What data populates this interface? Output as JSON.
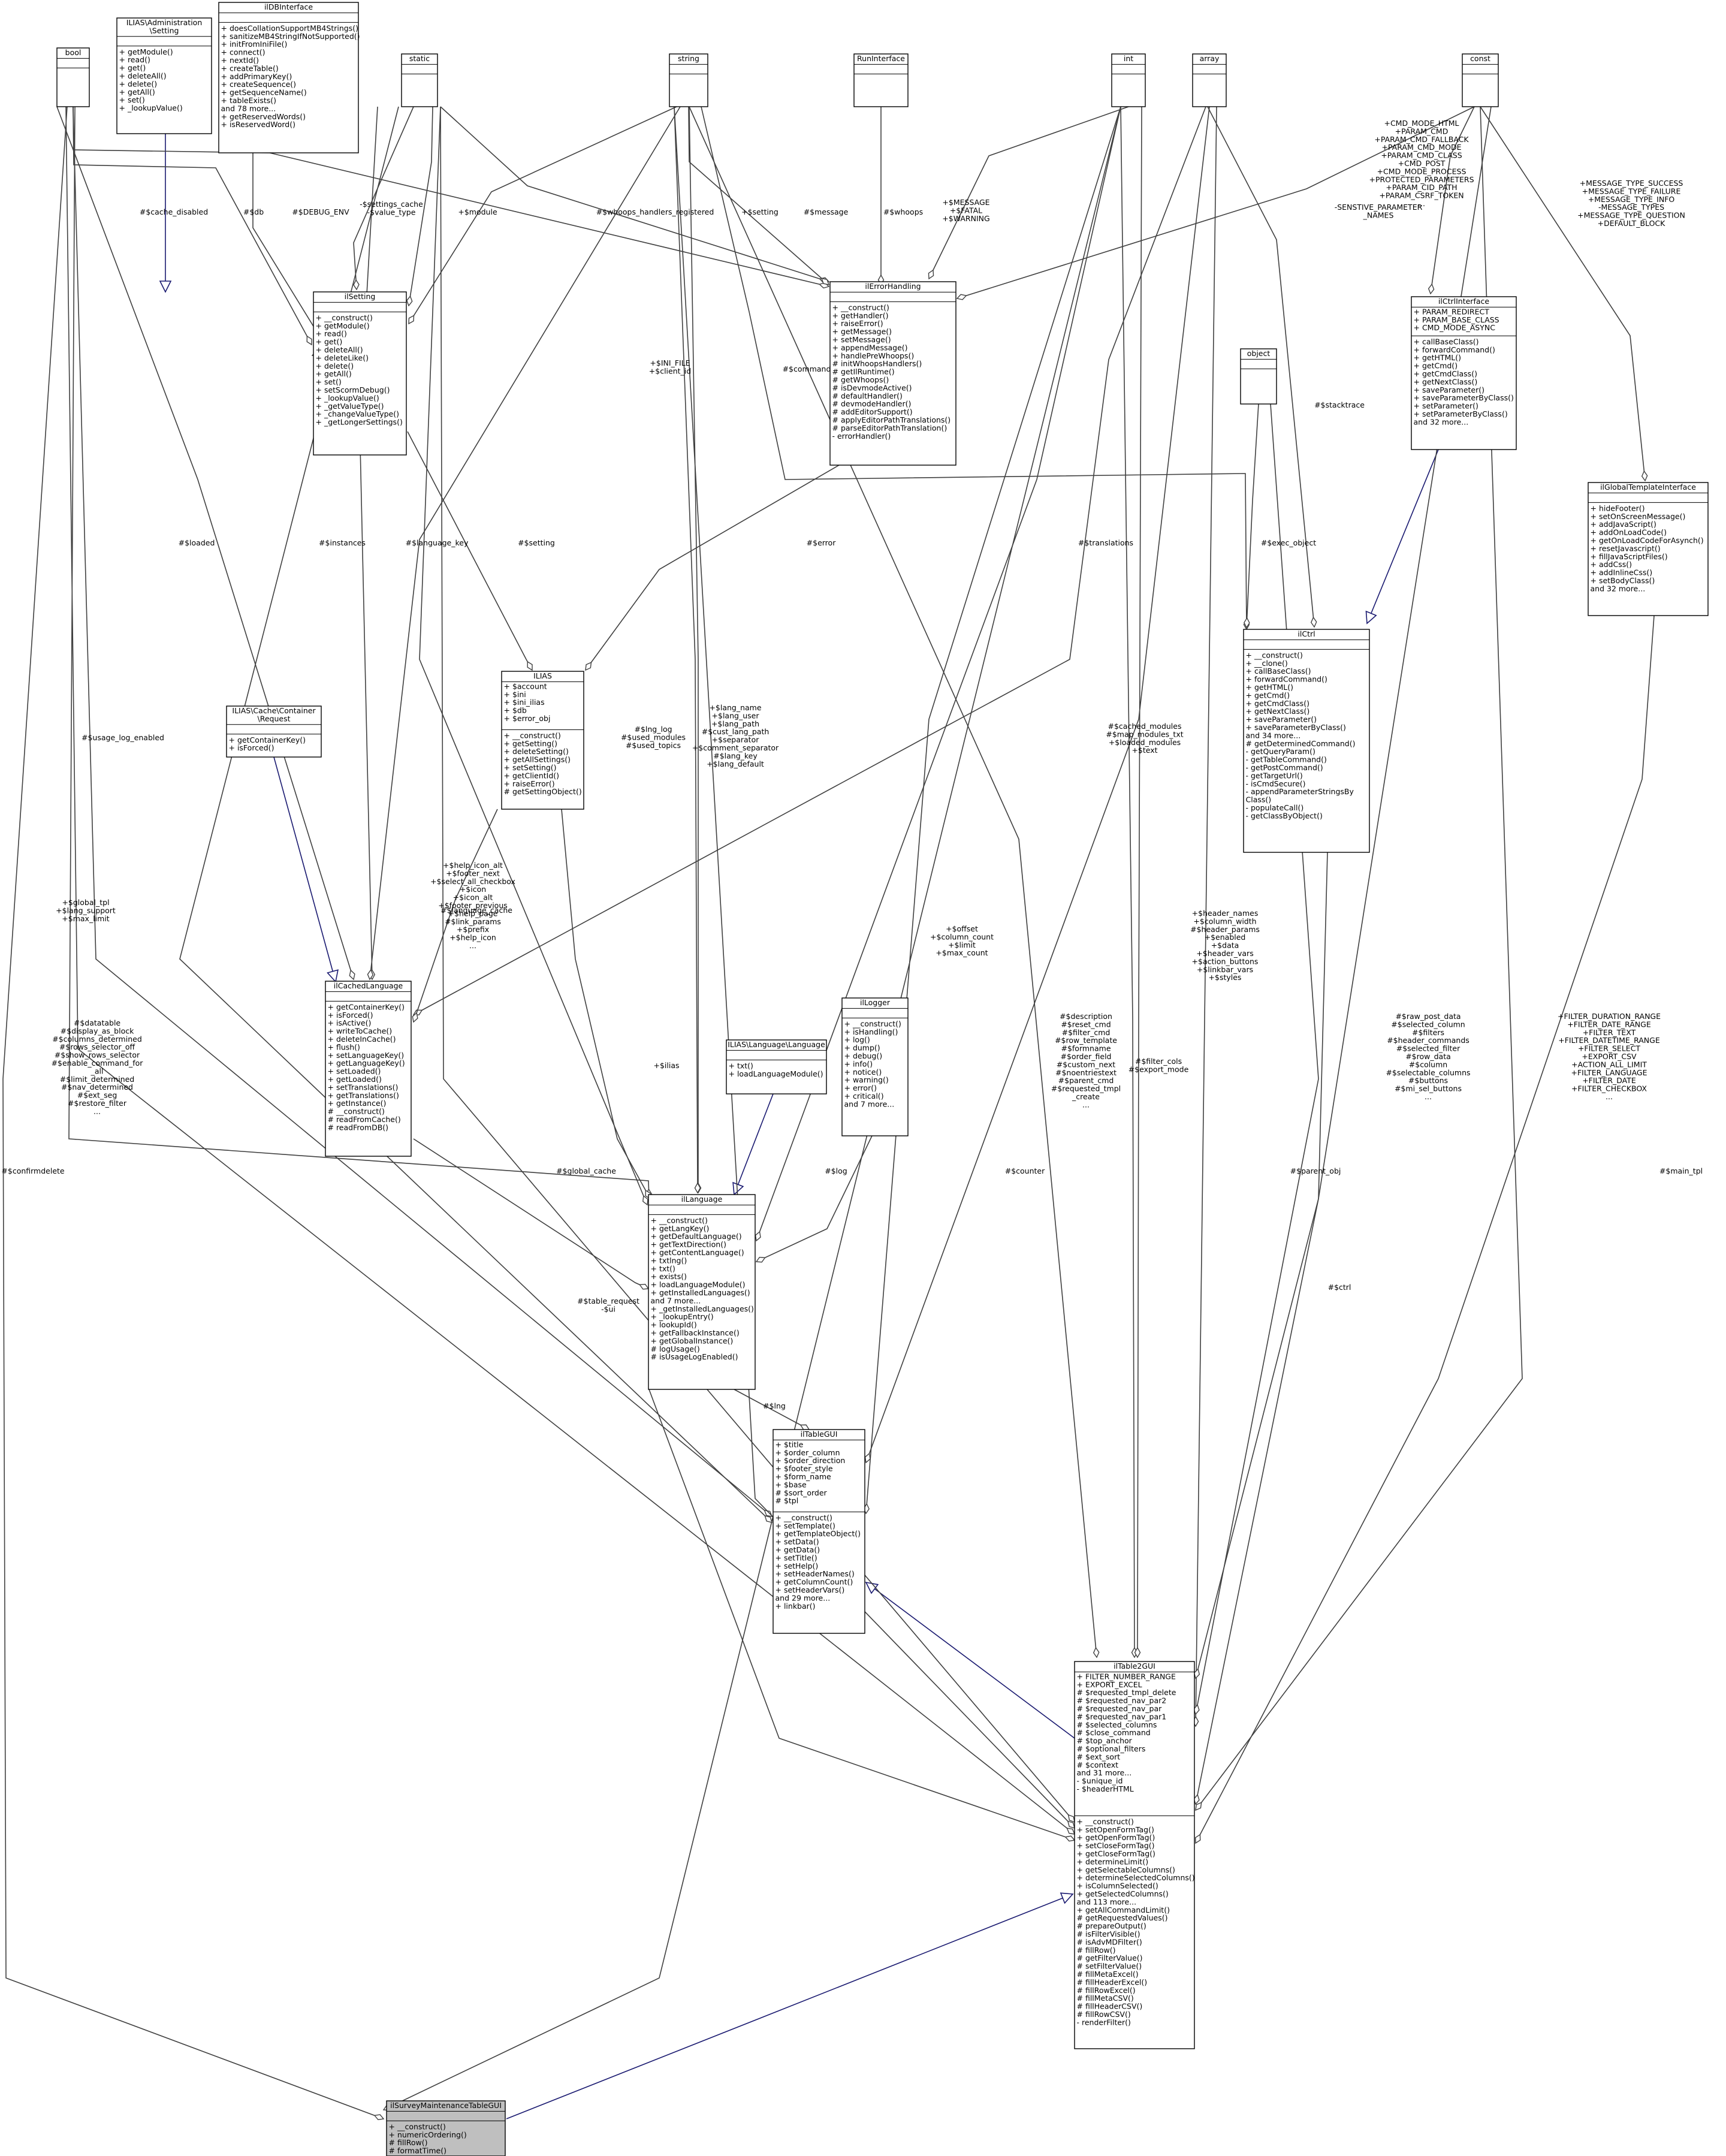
{
  "colors": {
    "box_fill": "#ffffff",
    "box_stroke": "#000000",
    "focus_fill": "#bfbfbf",
    "association_edge": "#404040",
    "inheritance_edge": "#191970"
  },
  "classes": [
    {
      "id": "bool",
      "name": "bool",
      "attributes": [],
      "methods": []
    },
    {
      "id": "admin_setting",
      "name": [
        "ILIAS\\Administration",
        "\\Setting"
      ],
      "attributes": [],
      "methods": [
        "+ getModule()",
        "+ read()",
        "+ get()",
        "+ deleteAll()",
        "+ delete()",
        "+ getAll()",
        "+ set()",
        "+ _lookupValue()"
      ]
    },
    {
      "id": "ildb",
      "name": "ilDBInterface",
      "attributes": [],
      "methods": [
        "+ doesCollationSupportMB4Strings()",
        "+ sanitizeMB4StringIfNotSupported()",
        "+ initFromIniFile()",
        "+ connect()",
        "+ nextId()",
        "+ createTable()",
        "+ addPrimaryKey()",
        "+ createSequence()",
        "+ getSequenceName()",
        "+ tableExists()",
        "and 78 more...",
        "+ getReservedWords()",
        "+ isReservedWord()"
      ]
    },
    {
      "id": "static",
      "name": "static",
      "attributes": [],
      "methods": []
    },
    {
      "id": "string",
      "name": "string",
      "attributes": [],
      "methods": []
    },
    {
      "id": "runiface",
      "name": "RunInterface",
      "attributes": [],
      "methods": []
    },
    {
      "id": "int",
      "name": "int",
      "attributes": [],
      "methods": []
    },
    {
      "id": "array",
      "name": "array",
      "attributes": [],
      "methods": []
    },
    {
      "id": "const",
      "name": "const",
      "attributes": [],
      "methods": []
    },
    {
      "id": "ilsetting",
      "name": "ilSetting",
      "attributes": [],
      "methods": [
        "+ __construct()",
        "+ getModule()",
        "+ read()",
        "+ get()",
        "+ deleteAll()",
        "+ deleteLike()",
        "+ delete()",
        "+ getAll()",
        "+ set()",
        "+ setScormDebug()",
        "+ _lookupValue()",
        "+ _getValueType()",
        "+ _changeValueType()",
        "+ _getLongerSettings()"
      ]
    },
    {
      "id": "ilerror",
      "name": "ilErrorHandling",
      "attributes": [],
      "methods": [
        "+ __construct()",
        "+ getHandler()",
        "+ raiseError()",
        "+ getMessage()",
        "+ setMessage()",
        "+ appendMessage()",
        "+ handlePreWhoops()",
        "# initWhoopsHandlers()",
        "# getIlRuntime()",
        "# getWhoops()",
        "# isDevmodeActive()",
        "# defaultHandler()",
        "# devmodeHandler()",
        "# addEditorSupport()",
        "# applyEditorPathTranslations()",
        "# parseEditorPathTranslation()",
        "- errorHandler()"
      ]
    },
    {
      "id": "ctrliface",
      "name": "ilCtrlInterface",
      "attributes": [
        "+ PARAM_REDIRECT",
        "+ PARAM_BASE_CLASS",
        "+ CMD_MODE_ASYNC"
      ],
      "methods": [
        "+ callBaseClass()",
        "+ forwardCommand()",
        "+ getHTML()",
        "+ getCmd()",
        "+ getCmdClass()",
        "+ getNextClass()",
        "+ saveParameter()",
        "+ saveParameterByClass()",
        "+ setParameter()",
        "+ setParameterByClass()",
        "and 32 more..."
      ]
    },
    {
      "id": "object",
      "name": "object",
      "attributes": [],
      "methods": []
    },
    {
      "id": "gtpl",
      "name": "ilGlobalTemplateInterface",
      "attributes": [],
      "methods": [
        "+ hideFooter()",
        "+ setOnScreenMessage()",
        "+ addJavaScript()",
        "+ addOnLoadCode()",
        "+ getOnLoadCodeForAsynch()",
        "+ resetJavascript()",
        "+ fillJavaScriptFiles()",
        "+ addCss()",
        "+ addInlineCss()",
        "+ setBodyClass()",
        "and 32 more..."
      ]
    },
    {
      "id": "cachereq",
      "name": [
        "ILIAS\\Cache\\Container",
        "\\Request"
      ],
      "attributes": [],
      "methods": [
        "+ getContainerKey()",
        "+ isForced()"
      ]
    },
    {
      "id": "ilias",
      "name": "ILIAS",
      "attributes": [
        "+ $account",
        "+ $ini",
        "+ $ini_ilias",
        "+ $db",
        "+ $error_obj"
      ],
      "methods": [
        "+ __construct()",
        "+ getSetting()",
        "+ deleteSetting()",
        "+ getAllSettings()",
        "+ setSetting()",
        "+ getClientId()",
        "+ raiseError()",
        "# getSettingObject()"
      ]
    },
    {
      "id": "ilctrl",
      "name": "ilCtrl",
      "attributes": [],
      "methods": [
        "+ __construct()",
        "+ __clone()",
        "+ callBaseClass()",
        "+ forwardCommand()",
        "+ getHTML()",
        "+ getCmd()",
        "+ getCmdClass()",
        "+ getNextClass()",
        "+ saveParameter()",
        "+ saveParameterByClass()",
        "and 34 more...",
        "# getDeterminedCommand()",
        "- getQueryParam()",
        "- getTableCommand()",
        "- getPostCommand()",
        "- getTargetUrl()",
        "- isCmdSecure()",
        "- appendParameterStringsBy",
        "Class()",
        "- populateCall()",
        "- getClassByObject()"
      ]
    },
    {
      "id": "cachedlang",
      "name": "ilCachedLanguage",
      "attributes": [],
      "methods": [
        "+ getContainerKey()",
        "+ isForced()",
        "+ isActive()",
        "+ writeToCache()",
        "+ deleteInCache()",
        "+ flush()",
        "+ setLanguageKey()",
        "+ getLanguageKey()",
        "+ setLoaded()",
        "+ getLoaded()",
        "+ setTranslations()",
        "+ getTranslations()",
        "+ getInstance()",
        "# __construct()",
        "# readFromCache()",
        "# readFromDB()"
      ]
    },
    {
      "id": "langiface",
      "name": "ILIAS\\Language\\Language",
      "attributes": [],
      "methods": [
        "+ txt()",
        "+ loadLanguageModule()"
      ]
    },
    {
      "id": "illogger",
      "name": "ilLogger",
      "attributes": [],
      "methods": [
        "+ __construct()",
        "+ isHandling()",
        "+ log()",
        "+ dump()",
        "+ debug()",
        "+ info()",
        "+ notice()",
        "+ warning()",
        "+ error()",
        "+ critical()",
        "and 7 more..."
      ]
    },
    {
      "id": "illanguage",
      "name": "ilLanguage",
      "attributes": [],
      "methods": [
        "+ __construct()",
        "+ getLangKey()",
        "+ getDefaultLanguage()",
        "+ getTextDirection()",
        "+ getContentLanguage()",
        "+ txtlng()",
        "+ txt()",
        "+ exists()",
        "+ loadLanguageModule()",
        "+ getInstalledLanguages()",
        "and 7 more...",
        "+ _getInstalledLanguages()",
        "+ _lookupEntry()",
        "+ lookupId()",
        "+ getFallbackInstance()",
        "+ getGlobalInstance()",
        "# logUsage()",
        "# isUsageLogEnabled()"
      ]
    },
    {
      "id": "iltablegui",
      "name": "ilTableGUI",
      "attributes": [
        "+ $title",
        "+ $order_column",
        "+ $order_direction",
        "+ $footer_style",
        "+ $form_name",
        "+ $base",
        "# $sort_order",
        "# $tpl"
      ],
      "methods": [
        "+ __construct()",
        "+ setTemplate()",
        "+ getTemplateObject()",
        "+ setData()",
        "+ getData()",
        "+ setTitle()",
        "+ setHelp()",
        "+ setHeaderNames()",
        "+ getColumnCount()",
        "+ setHeaderVars()",
        "and 29 more...",
        "+ linkbar()"
      ]
    },
    {
      "id": "iltable2gui",
      "name": "ilTable2GUI",
      "attributes": [
        "+ FILTER_NUMBER_RANGE",
        "+ EXPORT_EXCEL",
        "# $requested_tmpl_delete",
        "# $requested_nav_par2",
        "# $requested_nav_par",
        "# $requested_nav_par1",
        "# $selected_columns",
        "# $close_command",
        "# $top_anchor",
        "# $optional_filters",
        "# $ext_sort",
        "# $context",
        "and 31 more...",
        "- $unique_id",
        "- $headerHTML"
      ],
      "methods": [
        "+ __construct()",
        "+ setOpenFormTag()",
        "+ getOpenFormTag()",
        "+ setCloseFormTag()",
        "+ getCloseFormTag()",
        "+ determineLimit()",
        "+ getSelectableColumns()",
        "+ determineSelectedColumns()",
        "+ isColumnSelected()",
        "+ getSelectedColumns()",
        "and 113 more...",
        "+ getAllCommandLimit()",
        "# getRequestedValues()",
        "# prepareOutput()",
        "# isFilterVisible()",
        "# isAdvMDFilter()",
        "# fillRow()",
        "# getFilterValue()",
        "# setFilterValue()",
        "# fillMetaExcel()",
        "# fillHeaderExcel()",
        "# fillRowExcel()",
        "# fillMetaCSV()",
        "# fillHeaderCSV()",
        "# fillRowCSV()",
        "- renderFilter()"
      ]
    },
    {
      "id": "focus",
      "name": "ilSurveyMaintenanceTableGUI",
      "attributes": [],
      "methods": [
        "+ __construct()",
        "+ numericOrdering()",
        "# fillRow()",
        "# formatTime()"
      ]
    }
  ],
  "edge_labels": [
    {
      "id": "l_cache_disabled",
      "lines": [
        "#$cache_disabled"
      ]
    },
    {
      "id": "l_db",
      "lines": [
        "#$db"
      ]
    },
    {
      "id": "l_debug_env",
      "lines": [
        "#$DEBUG_ENV"
      ]
    },
    {
      "id": "l_settings_cache",
      "lines": [
        "-$settings_cache",
        "-$value_type"
      ]
    },
    {
      "id": "l_module",
      "lines": [
        "+$module"
      ]
    },
    {
      "id": "l_whoops_reg",
      "lines": [
        "#$whoops_handlers_registered"
      ]
    },
    {
      "id": "l_setting_top",
      "lines": [
        "+$setting"
      ]
    },
    {
      "id": "l_message",
      "lines": [
        "#$message"
      ]
    },
    {
      "id": "l_whoops",
      "lines": [
        "#$whoops"
      ]
    },
    {
      "id": "l_fatal",
      "lines": [
        "+$MESSAGE",
        "+$FATAL",
        "+$WARNING"
      ]
    },
    {
      "id": "l_sensitive",
      "lines": [
        "-SENSTIVE_PARAMETER",
        "_NAMES"
      ]
    },
    {
      "id": "l_cmd_consts",
      "lines": [
        "+CMD_MODE_HTML",
        "+PARAM_CMD",
        "+PARAM_CMD_FALLBACK",
        "+PARAM_CMD_MODE",
        "+PARAM_CMD_CLASS",
        "+CMD_POST",
        "+CMD_MODE_PROCESS",
        "+PROTECTED_PARAMETERS",
        "+PARAM_CID_PATH",
        "+PARAM_CSRF_TOKEN",
        "..."
      ]
    },
    {
      "id": "l_msg_types",
      "lines": [
        "+MESSAGE_TYPE_SUCCESS",
        "+MESSAGE_TYPE_FAILURE",
        "+MESSAGE_TYPE_INFO",
        "-MESSAGE_TYPES",
        "+MESSAGE_TYPE_QUESTION",
        "+DEFAULT_BLOCK"
      ]
    },
    {
      "id": "l_command",
      "lines": [
        "#$command"
      ]
    },
    {
      "id": "l_ini_file",
      "lines": [
        "+$INI_FILE",
        "+$client_id"
      ]
    },
    {
      "id": "l_stacktrace",
      "lines": [
        "#$stacktrace"
      ]
    },
    {
      "id": "l_loaded",
      "lines": [
        "#$loaded"
      ]
    },
    {
      "id": "l_instances",
      "lines": [
        "#$instances"
      ]
    },
    {
      "id": "l_language_key",
      "lines": [
        "#$language_key"
      ]
    },
    {
      "id": "l_setting_mid",
      "lines": [
        "#$setting"
      ]
    },
    {
      "id": "l_error",
      "lines": [
        "#$error"
      ]
    },
    {
      "id": "l_translations",
      "lines": [
        "#$translations"
      ]
    },
    {
      "id": "l_exec_object",
      "lines": [
        "#$exec_object"
      ]
    },
    {
      "id": "l_usage_log",
      "lines": [
        "#$usage_log_enabled"
      ]
    },
    {
      "id": "l_lng_log",
      "lines": [
        "#$lng_log",
        "#$used_modules",
        "#$used_topics"
      ]
    },
    {
      "id": "l_lang_name",
      "lines": [
        "+$lang_name",
        "+$lang_user",
        "+$lang_path",
        "#$cust_lang_path",
        "+$separator",
        "+$comment_separator",
        "#$lang_key",
        "+$lang_default"
      ]
    },
    {
      "id": "l_cached_modules",
      "lines": [
        "#$cached_modules",
        "#$map_modules_txt",
        "+$loaded_modules",
        "+$text"
      ]
    },
    {
      "id": "l_help_icon",
      "lines": [
        "+$help_icon_alt",
        "+$footer_next",
        "+$select_all_checkbox",
        "+$icon",
        "+$icon_alt",
        "+$footer_previous",
        "+$help_page",
        "#$link_params",
        "+$prefix",
        "+$help_icon",
        "..."
      ]
    },
    {
      "id": "l_language_cache",
      "lines": [
        "#$language_cache"
      ]
    },
    {
      "id": "l_global_tpl",
      "lines": [
        "+$global_tpl",
        "+$lang_support",
        "+$max_limit"
      ]
    },
    {
      "id": "l_offset",
      "lines": [
        "+$offset",
        "+$column_count",
        "+$limit",
        "+$max_count"
      ]
    },
    {
      "id": "l_header_names",
      "lines": [
        "+$header_names",
        "+$column_width",
        "#$header_params",
        "+$enabled",
        "+$data",
        "+$header_vars",
        "+$action_buttons",
        "+$linkbar_vars",
        "+$styles"
      ]
    },
    {
      "id": "l_datatable",
      "lines": [
        "#$datatable",
        "#$display_as_block",
        "#$columns_determined",
        "#$rows_selector_off",
        "#$show_rows_selector",
        "#$enable_command_for",
        "_all",
        "#$limit_determined",
        "#$nav_determined",
        "#$ext_seg",
        "#$restore_filter",
        "..."
      ]
    },
    {
      "id": "l_ilias",
      "lines": [
        "+$ilias"
      ]
    },
    {
      "id": "l_description",
      "lines": [
        "#$description",
        "#$reset_cmd",
        "#$filter_cmd",
        "#$row_template",
        "#$formname",
        "#$order_field",
        "#$custom_next",
        "#$noentriestext",
        "#$parent_cmd",
        "#$requested_tmpl",
        "_create",
        "..."
      ]
    },
    {
      "id": "l_filter_cols",
      "lines": [
        "#$filter_cols",
        "#$export_mode"
      ]
    },
    {
      "id": "l_raw_post",
      "lines": [
        "#$raw_post_data",
        "#$selected_column",
        "#$filters",
        "#$header_commands",
        "#$selected_filter",
        "#$row_data",
        "#$column",
        "#$selectable_columns",
        "#$buttons",
        "#$mi_sel_buttons",
        "..."
      ]
    },
    {
      "id": "l_filter_consts",
      "lines": [
        "+FILTER_DURATION_RANGE",
        "+FILTER_DATE_RANGE",
        "+FILTER_TEXT",
        "+FILTER_DATETIME_RANGE",
        "+FILTER_SELECT",
        "+EXPORT_CSV",
        "+ACTION_ALL_LIMIT",
        "+FILTER_LANGUAGE",
        "+FILTER_DATE",
        "+FILTER_CHECKBOX",
        "..."
      ]
    },
    {
      "id": "l_confirmdelete",
      "lines": [
        "#$confirmdelete"
      ]
    },
    {
      "id": "l_global_cache",
      "lines": [
        "#$global_cache"
      ]
    },
    {
      "id": "l_log",
      "lines": [
        "#$log"
      ]
    },
    {
      "id": "l_counter",
      "lines": [
        "#$counter"
      ]
    },
    {
      "id": "l_parent_obj",
      "lines": [
        "#$parent_obj"
      ]
    },
    {
      "id": "l_main_tpl",
      "lines": [
        "#$main_tpl"
      ]
    },
    {
      "id": "l_ctrl",
      "lines": [
        "#$ctrl"
      ]
    },
    {
      "id": "l_table_request",
      "lines": [
        "#$table_request",
        "-$ui"
      ]
    },
    {
      "id": "l_lng",
      "lines": [
        "#$lng"
      ]
    }
  ]
}
